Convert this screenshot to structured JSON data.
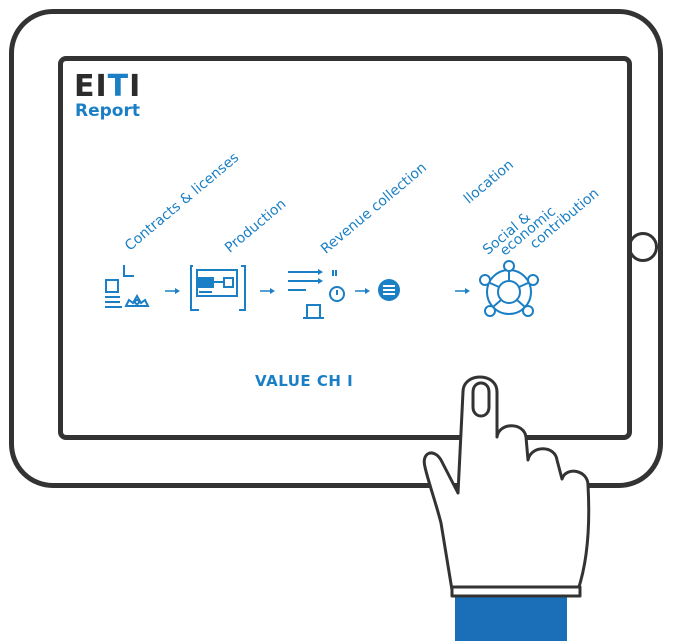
{
  "logo": {
    "word_prefix": "EI",
    "word_accent": "T",
    "word_suffix": "I",
    "subtitle": "Report"
  },
  "stages": [
    {
      "label": "Contracts & licenses"
    },
    {
      "label": "Production"
    },
    {
      "label": "Revenue collection"
    },
    {
      "label": "llocation"
    },
    {
      "label": "Social &"
    },
    {
      "label": "economic"
    },
    {
      "label": "contribution"
    }
  ],
  "value_chain": "VALUE CH  I",
  "colors": {
    "accent": "#1a7fc4",
    "frame": "#333333",
    "sleeve": "#1b6fb8"
  }
}
